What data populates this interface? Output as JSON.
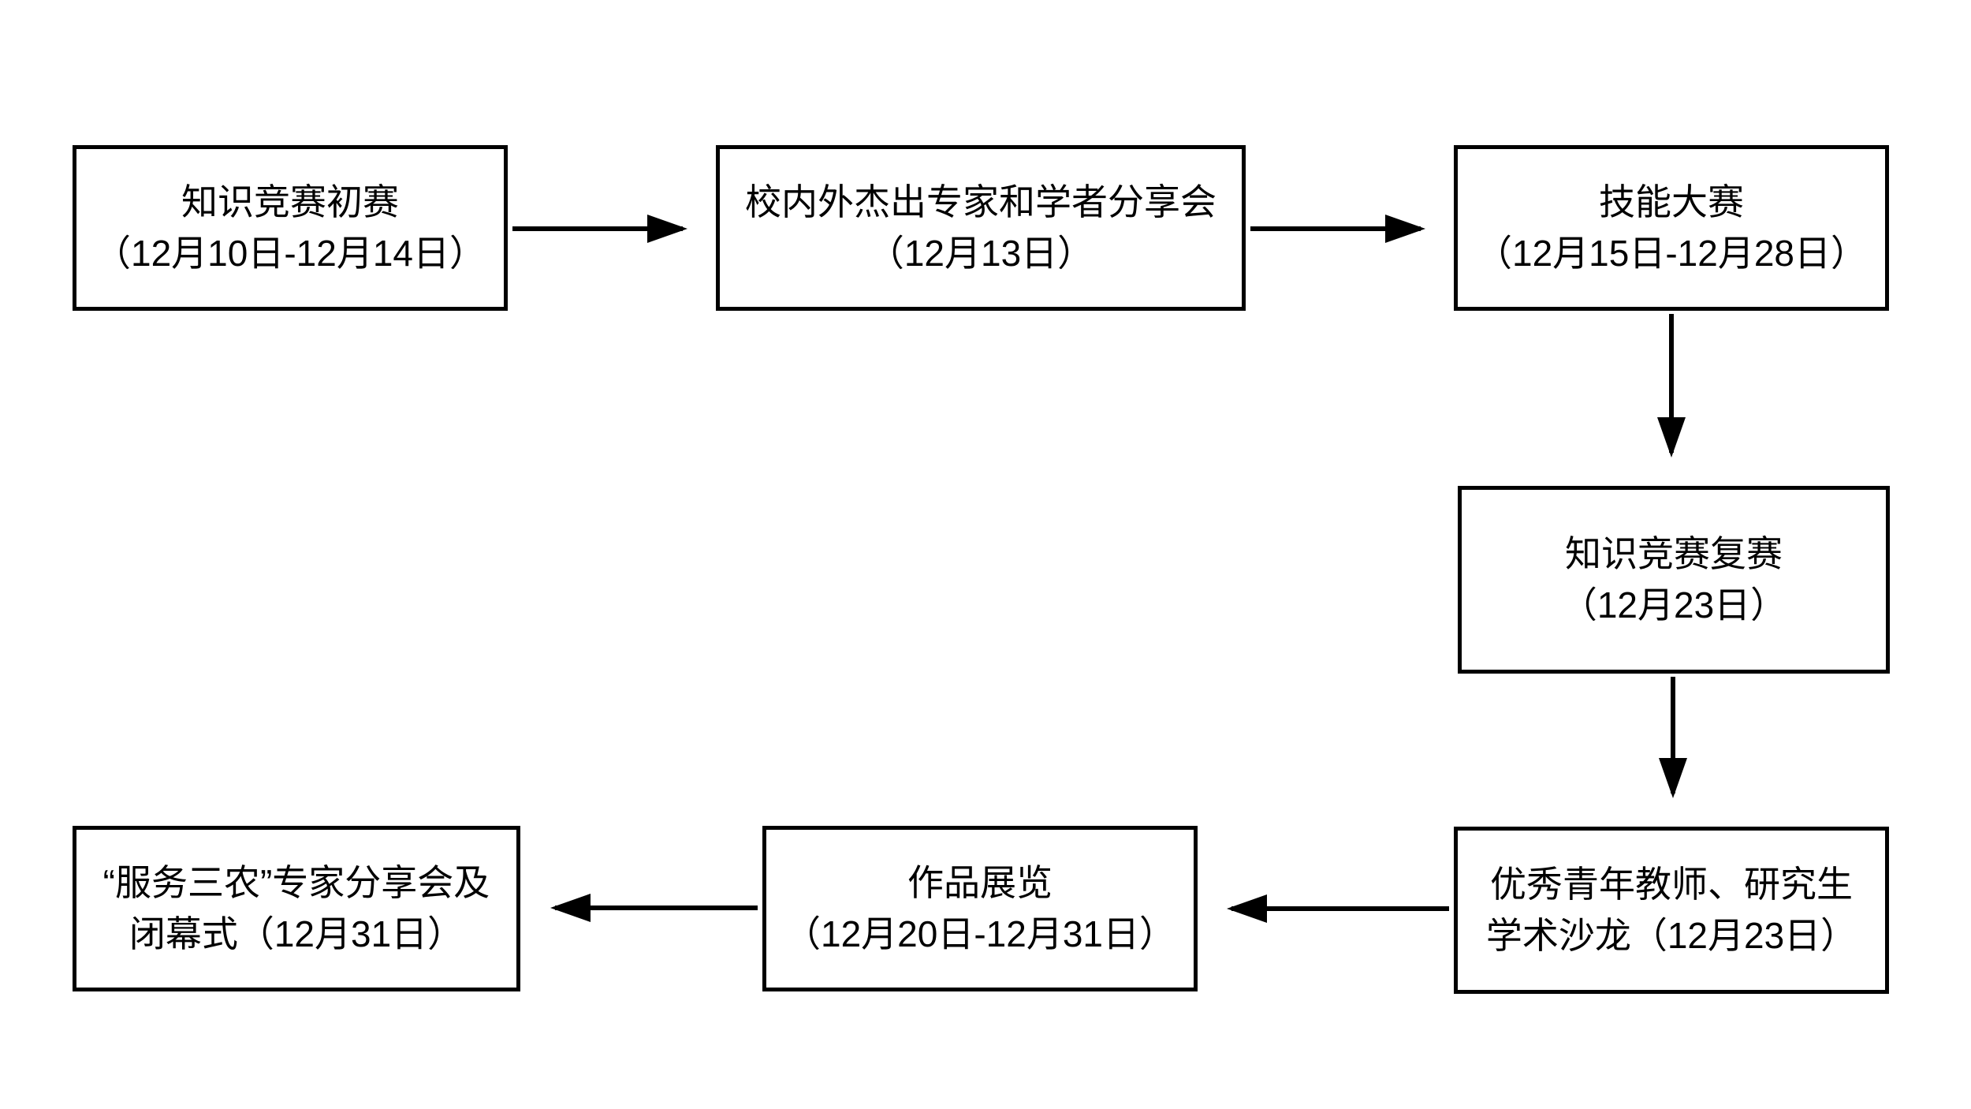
{
  "colors": {
    "background": "#ffffff",
    "box_border": "#000000",
    "text": "#000000",
    "arrow": "#000000"
  },
  "nodes": [
    {
      "id": "knowledge-contest-preliminary",
      "line1": "知识竞赛初赛",
      "line2": "（12月10日-12月14日）"
    },
    {
      "id": "expert-scholar-sharing",
      "line1": "校内外杰出专家和学者分享会",
      "line2": "（12月13日）"
    },
    {
      "id": "skills-competition",
      "line1": "技能大赛",
      "line2": "（12月15日-12月28日）"
    },
    {
      "id": "knowledge-contest-semifinal",
      "line1": "知识竞赛复赛",
      "line2": "（12月23日）"
    },
    {
      "id": "academic-salon",
      "line1": "优秀青年教师、研究生",
      "line2": "学术沙龙（12月23日）"
    },
    {
      "id": "works-exhibition",
      "line1": "作品展览",
      "line2": "（12月20日-12月31日）"
    },
    {
      "id": "closing-ceremony",
      "line1": "“服务三农”专家分享会及",
      "line2": "闭幕式（12月31日）"
    }
  ],
  "edges": [
    {
      "from": "knowledge-contest-preliminary",
      "to": "expert-scholar-sharing",
      "direction": "right"
    },
    {
      "from": "expert-scholar-sharing",
      "to": "skills-competition",
      "direction": "right"
    },
    {
      "from": "skills-competition",
      "to": "knowledge-contest-semifinal",
      "direction": "down"
    },
    {
      "from": "knowledge-contest-semifinal",
      "to": "academic-salon",
      "direction": "down"
    },
    {
      "from": "academic-salon",
      "to": "works-exhibition",
      "direction": "left"
    },
    {
      "from": "works-exhibition",
      "to": "closing-ceremony",
      "direction": "left"
    }
  ]
}
